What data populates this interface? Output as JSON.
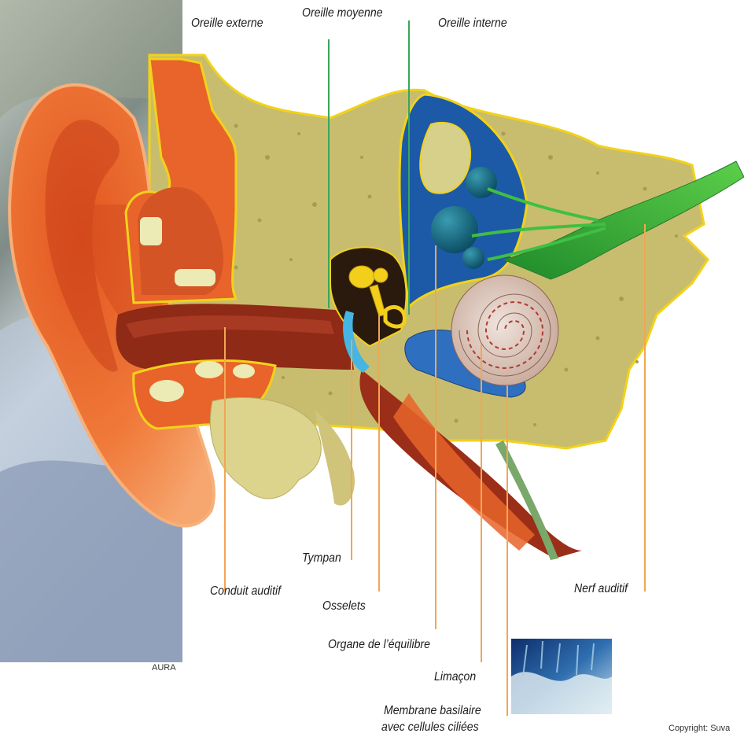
{
  "labels": {
    "outer_ear": "Oreille externe",
    "middle_ear": "Oreille moyenne",
    "inner_ear": "Oreille interne",
    "eardrum": "Tympan",
    "ear_canal": "Conduit auditif",
    "ossicles": "Osselets",
    "balance_organ": "Organe de l’équilibre",
    "cochlea": "Limaçon",
    "basilar_membrane_1": "Membrane basilaire",
    "basilar_membrane_2": "avec cellules ciliées",
    "auditory_nerve": "Nerf auditif"
  },
  "credits": {
    "photo": "AURA",
    "copyright": "Copyright: Suva"
  },
  "colors": {
    "bone": "#c9bd6f",
    "flesh": "#e8642a",
    "canal": "#8e2a16",
    "nerve": "#2fa53a",
    "inner_blue": "#1c5aa8",
    "leader_orange": "#f2a654",
    "leader_green": "#3aa65a"
  }
}
